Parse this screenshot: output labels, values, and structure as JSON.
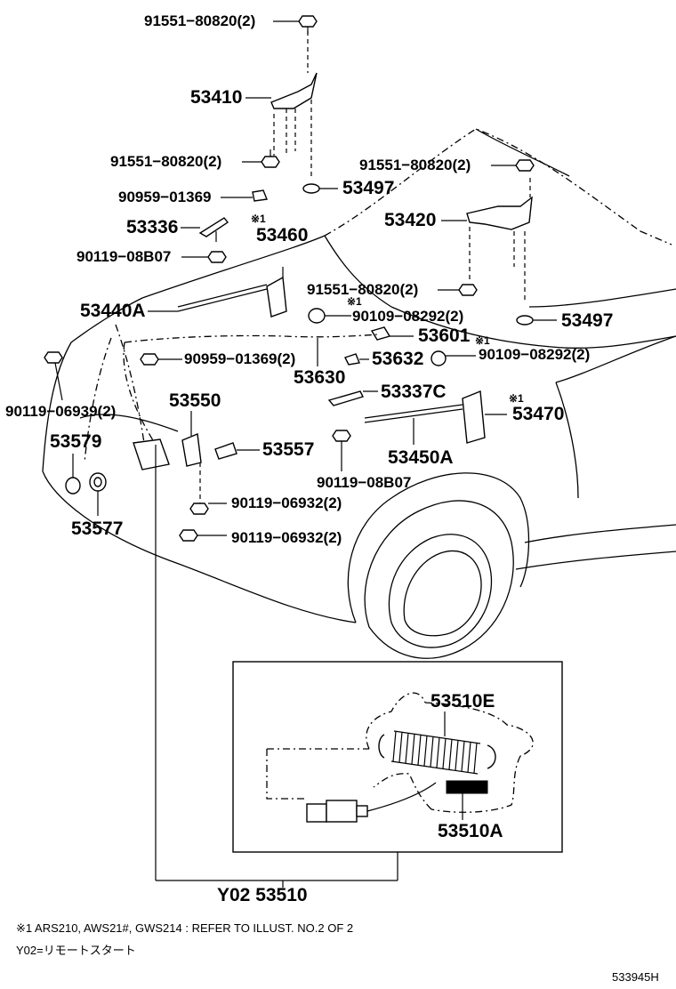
{
  "labels": {
    "p91551_top": "91551−80820(2)",
    "p53410": "53410",
    "p91551_l": "91551−80820(2)",
    "p53497_a": "53497",
    "p90959_a": "90959−01369",
    "p53336": "53336",
    "mark1_a": "※1",
    "p53460": "53460",
    "p90119_08b07_a": "90119−08B07",
    "p91551_r": "91551−80820(2)",
    "p53420": "53420",
    "p91551_m": "91551−80820(2)",
    "p53497_b": "53497",
    "p53440a": "53440A",
    "mark1_b": "※1",
    "p90109_a": "90109−08292(2)",
    "p53601": "53601",
    "mark1_c": "※1",
    "p90959_b": "90959−01369(2)",
    "p53632": "53632",
    "p90109_b": "90109−08292(2)",
    "p53630": "53630",
    "p53550": "53550",
    "p53337c": "53337C",
    "mark1_d": "※1",
    "p53470": "53470",
    "p90119_06939": "90119−06939(2)",
    "p53579": "53579",
    "p53557": "53557",
    "p53450a": "53450A",
    "p90119_08b07_b": "90119−08B07",
    "p90119_06932_a": "90119−06932(2)",
    "p53577": "53577",
    "p90119_06932_b": "90119−06932(2)",
    "p53510e": "53510E",
    "p53510a": "53510A",
    "p53510": "Y02 53510"
  },
  "notes": {
    "footnote_1": "※1 ARS210, AWS21#, GWS214 : REFER TO ILLUST. NO.2 OF 2",
    "footnote_2": "Y02=リモートスタート",
    "illustration_id": "533945H"
  }
}
